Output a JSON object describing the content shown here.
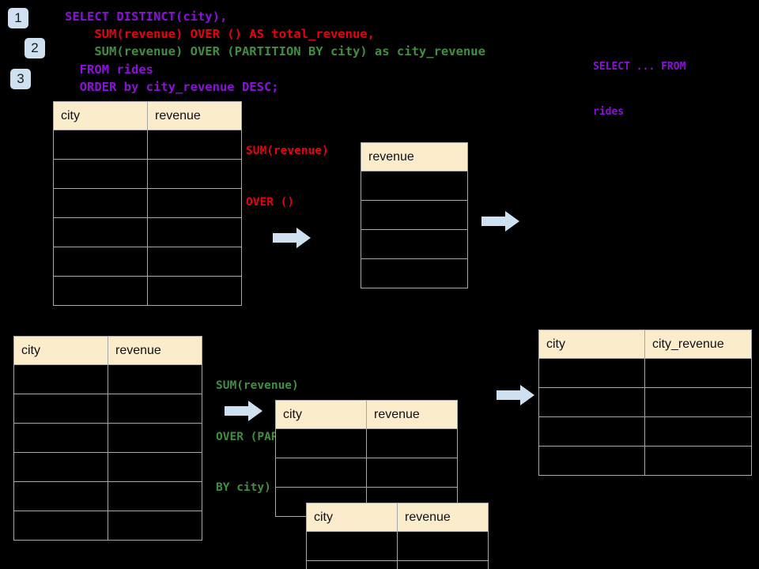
{
  "theme": {
    "background": "#000000",
    "badge_bg": "#cfe0f0",
    "header_bg": "#fbeccc",
    "grid_line": "#a8a8a8",
    "arrow_fill": "#cfe0f0",
    "purple": "#8b10d8",
    "red": "#e8000c",
    "green": "#3f8f3f"
  },
  "badges": [
    {
      "label": "1"
    },
    {
      "label": "2"
    },
    {
      "label": "3"
    }
  ],
  "sql": {
    "lines": [
      {
        "text": "SELECT DISTINCT(city),",
        "color": "purple"
      },
      {
        "text": "    SUM(revenue) OVER () AS total_revenue,",
        "color": "red"
      },
      {
        "text": "    SUM(revenue) OVER (PARTITION BY city) as city_revenue",
        "color": "green"
      },
      {
        "text": "  FROM rides",
        "color": "purple"
      },
      {
        "text": "  ORDER by city_revenue DESC;",
        "color": "purple"
      }
    ]
  },
  "annotations": {
    "select_from": {
      "line1": "SELECT ... FROM",
      "line2": "rides",
      "color": "purple"
    },
    "over_empty": {
      "line1": "SUM(revenue)",
      "line2": "OVER ()",
      "color": "red"
    },
    "over_partition": {
      "line1": "SUM(revenue)",
      "line2": "OVER (PARTITION",
      "line3": "BY city)",
      "color": "green"
    }
  },
  "tables": {
    "rides_top": {
      "name": "rides-source-table",
      "columns": [
        "city",
        "revenue"
      ],
      "row_count": 6,
      "rows": [
        [
          "",
          ""
        ],
        [
          "",
          ""
        ],
        [
          "",
          ""
        ],
        [
          "",
          ""
        ],
        [
          "",
          ""
        ],
        [
          "",
          ""
        ]
      ]
    },
    "total_revenue": {
      "name": "total-revenue-table",
      "columns": [
        "revenue"
      ],
      "row_count": 4,
      "rows": [
        [
          ""
        ],
        [
          ""
        ],
        [
          ""
        ],
        [
          ""
        ]
      ]
    },
    "rides_bottom": {
      "name": "rides-source-table-partitioned",
      "columns": [
        "city",
        "revenue"
      ],
      "row_count": 6,
      "rows": [
        [
          "",
          ""
        ],
        [
          "",
          ""
        ],
        [
          "",
          ""
        ],
        [
          "",
          ""
        ],
        [
          "",
          ""
        ],
        [
          "",
          ""
        ]
      ]
    },
    "partition_back": {
      "name": "partition-group-table-back",
      "columns": [
        "city",
        "revenue"
      ],
      "row_count": 3,
      "rows": [
        [
          "",
          ""
        ],
        [
          "",
          ""
        ],
        [
          "",
          ""
        ]
      ]
    },
    "partition_front": {
      "name": "partition-group-table-front",
      "columns": [
        "city",
        "revenue"
      ],
      "row_count": 2,
      "rows": [
        [
          "",
          ""
        ],
        [
          "",
          ""
        ]
      ]
    },
    "result": {
      "name": "final-result-table",
      "columns": [
        "city",
        "city_revenue"
      ],
      "row_count": 4,
      "rows": [
        [
          "",
          ""
        ],
        [
          "",
          ""
        ],
        [
          "",
          ""
        ],
        [
          "",
          ""
        ]
      ]
    }
  },
  "arrows": [
    {
      "name": "arrow-source-to-total"
    },
    {
      "name": "arrow-total-to-result"
    },
    {
      "name": "arrow-source-to-partition"
    },
    {
      "name": "arrow-partition-to-result"
    }
  ]
}
